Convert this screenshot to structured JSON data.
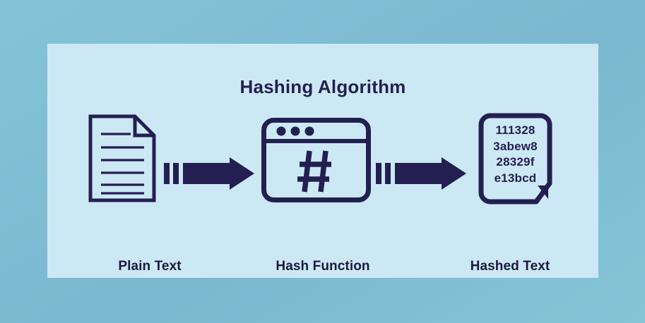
{
  "diagram": {
    "title": "Hashing Algorithm",
    "panel_bg": "#CCE8F4",
    "outer_bg": "#7FC1D7",
    "ink": "#231f51",
    "label_color": "#1b1a3d",
    "stages": [
      {
        "id": "plain-text",
        "label": "Plain Text",
        "icon": "document-lines-icon",
        "line_count": 6
      },
      {
        "id": "hash-function",
        "label": "Hash Function",
        "icon": "browser-window-hash-icon",
        "symbol": "#",
        "dots": 3
      },
      {
        "id": "hashed-text",
        "label": "Hashed Text",
        "icon": "document-folded-icon",
        "hash_lines": [
          "111328",
          "3abew8",
          "28329f",
          "e13bcd"
        ]
      }
    ],
    "arrows": [
      {
        "id": "arrow-plain-to-function",
        "direction": "right",
        "dash_segments": 2
      },
      {
        "id": "arrow-function-to-hashed",
        "direction": "right",
        "dash_segments": 2
      }
    ]
  }
}
